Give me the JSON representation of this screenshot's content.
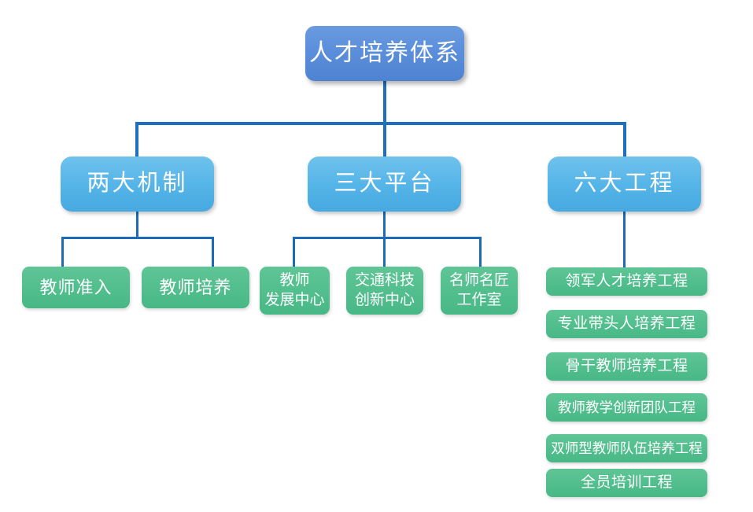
{
  "diagram": {
    "type": "organizational-hierarchy-chart",
    "title": "人才培养体系",
    "colors": {
      "root_fill": "#5B8FDB",
      "level2_fill": "#56B5E8",
      "leaf_fill": "#52BE8D",
      "connector": "#1F6FC0",
      "text": "#FFFFFF",
      "background": "#FFFFFF"
    },
    "root": {
      "label": "人才培养体系"
    },
    "branches": [
      {
        "label": "两大机制",
        "children": [
          {
            "label": "教师准入"
          },
          {
            "label": "教师培养"
          }
        ]
      },
      {
        "label": "三大平台",
        "children": [
          {
            "label": "教师\n发展中心"
          },
          {
            "label": "交通科技\n创新中心"
          },
          {
            "label": "名师名匠\n工作室"
          }
        ]
      },
      {
        "label": "六大工程",
        "children": [
          {
            "label": "领军人才培养工程"
          },
          {
            "label": "专业带头人培养工程"
          },
          {
            "label": "骨干教师培养工程"
          },
          {
            "label": "教师教学创新团队工程"
          },
          {
            "label": "双师型教师队伍培养工程"
          },
          {
            "label": "全员培训工程"
          }
        ]
      }
    ]
  }
}
